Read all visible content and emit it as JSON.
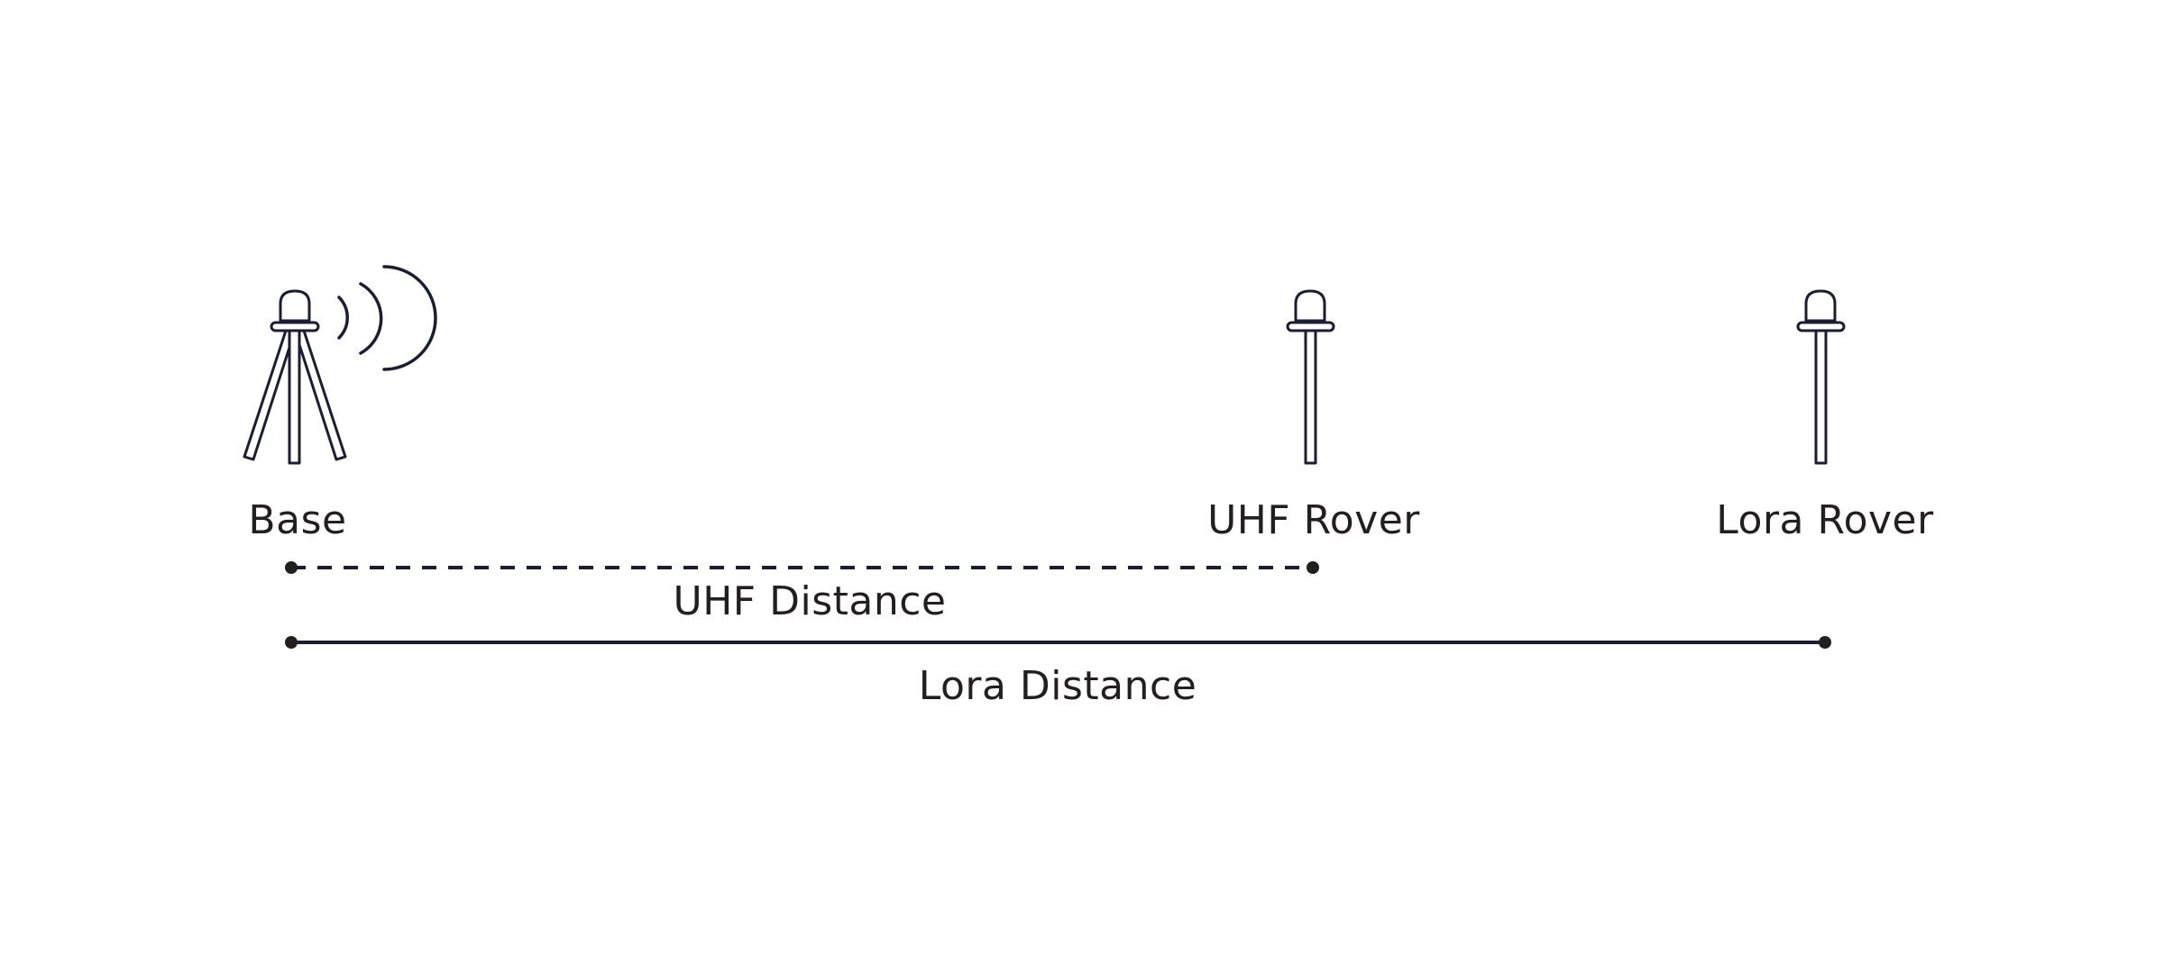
{
  "colors": {
    "stroke": "#1b1d33",
    "text": "#231f20",
    "dot": "#231f20",
    "background": "#ffffff"
  },
  "nodes": {
    "base": {
      "label": "Base",
      "icon": "tripod-antenna-icon"
    },
    "uhf_rover": {
      "label": "UHF Rover",
      "icon": "rover-pole-icon"
    },
    "lora_rover": {
      "label": "Lora Rover",
      "icon": "rover-pole-icon"
    }
  },
  "links": {
    "uhf": {
      "label": "UHF Distance",
      "style": "dashed"
    },
    "lora": {
      "label": "Lora Distance",
      "style": "solid"
    }
  },
  "signal_icon": "radio-waves-icon"
}
